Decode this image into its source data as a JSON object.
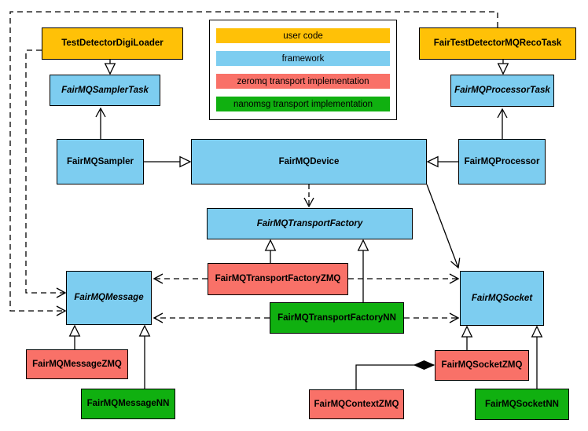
{
  "colors": {
    "user_code": "#FFC107",
    "framework": "#7DCDF0",
    "zeromq": "#F97168",
    "nanomsg": "#10B010",
    "line": "#000000",
    "background": "#FFFFFF"
  },
  "legend": {
    "items": [
      {
        "label": "user code",
        "color": "#FFC107"
      },
      {
        "label": "framework",
        "color": "#7DCDF0"
      },
      {
        "label": "zeromq transport implementation",
        "color": "#F97168"
      },
      {
        "label": "nanomsg transport implementation",
        "color": "#10B010"
      }
    ]
  },
  "nodes": {
    "testDetectorDigiLoader": {
      "label": "TestDetectorDigiLoader",
      "category": "user code",
      "abstract": false
    },
    "fairTestDetectorMQRecoTask": {
      "label": "FairTestDetectorMQRecoTask",
      "category": "user code",
      "abstract": false
    },
    "fairMQSamplerTask": {
      "label": "FairMQSamplerTask",
      "category": "framework",
      "abstract": true
    },
    "fairMQProcessorTask": {
      "label": "FairMQProcessorTask",
      "category": "framework",
      "abstract": true
    },
    "fairMQSampler": {
      "label": "FairMQSampler",
      "category": "framework",
      "abstract": false
    },
    "fairMQDevice": {
      "label": "FairMQDevice",
      "category": "framework",
      "abstract": false
    },
    "fairMQProcessor": {
      "label": "FairMQProcessor",
      "category": "framework",
      "abstract": false
    },
    "fairMQTransportFactory": {
      "label": "FairMQTransportFactory",
      "category": "framework",
      "abstract": true
    },
    "fairMQTransportFactoryZMQ": {
      "label": "FairMQTransportFactoryZMQ",
      "category": "zeromq",
      "abstract": false
    },
    "fairMQTransportFactoryNN": {
      "label": "FairMQTransportFactoryNN",
      "category": "nanomsg",
      "abstract": false
    },
    "fairMQMessage": {
      "label": "FairMQMessage",
      "category": "framework",
      "abstract": true
    },
    "fairMQSocket": {
      "label": "FairMQSocket",
      "category": "framework",
      "abstract": true
    },
    "fairMQMessageZMQ": {
      "label": "FairMQMessageZMQ",
      "category": "zeromq",
      "abstract": false
    },
    "fairMQMessageNN": {
      "label": "FairMQMessageNN",
      "category": "nanomsg",
      "abstract": false
    },
    "fairMQContextZMQ": {
      "label": "FairMQContextZMQ",
      "category": "zeromq",
      "abstract": false
    },
    "fairMQSocketZMQ": {
      "label": "FairMQSocketZMQ",
      "category": "zeromq",
      "abstract": false
    },
    "fairMQSocketNN": {
      "label": "FairMQSocketNN",
      "category": "nanomsg",
      "abstract": false
    }
  },
  "relationships": [
    {
      "from": "TestDetectorDigiLoader",
      "to": "FairMQSamplerTask",
      "type": "inheritance"
    },
    {
      "from": "FairTestDetectorMQRecoTask",
      "to": "FairMQProcessorTask",
      "type": "inheritance"
    },
    {
      "from": "FairMQSampler",
      "to": "FairMQDevice",
      "type": "inheritance"
    },
    {
      "from": "FairMQProcessor",
      "to": "FairMQDevice",
      "type": "inheritance"
    },
    {
      "from": "FairMQSampler",
      "to": "FairMQSamplerTask",
      "type": "association"
    },
    {
      "from": "FairMQProcessor",
      "to": "FairMQProcessorTask",
      "type": "association"
    },
    {
      "from": "FairMQDevice",
      "to": "FairMQTransportFactory",
      "type": "dependency"
    },
    {
      "from": "FairMQDevice",
      "to": "FairMQSocket",
      "type": "association"
    },
    {
      "from": "TestDetectorDigiLoader",
      "to": "FairMQMessage",
      "type": "dependency"
    },
    {
      "from": "FairTestDetectorMQRecoTask",
      "to": "FairMQMessage",
      "type": "dependency"
    },
    {
      "from": "FairMQTransportFactoryZMQ",
      "to": "FairMQTransportFactory",
      "type": "inheritance"
    },
    {
      "from": "FairMQTransportFactoryNN",
      "to": "FairMQTransportFactory",
      "type": "inheritance"
    },
    {
      "from": "FairMQTransportFactoryZMQ",
      "to": "FairMQMessage",
      "type": "dependency"
    },
    {
      "from": "FairMQTransportFactoryZMQ",
      "to": "FairMQSocket",
      "type": "dependency"
    },
    {
      "from": "FairMQTransportFactoryNN",
      "to": "FairMQMessage",
      "type": "dependency"
    },
    {
      "from": "FairMQTransportFactoryNN",
      "to": "FairMQSocket",
      "type": "dependency"
    },
    {
      "from": "FairMQMessageZMQ",
      "to": "FairMQMessage",
      "type": "inheritance"
    },
    {
      "from": "FairMQMessageNN",
      "to": "FairMQMessage",
      "type": "inheritance"
    },
    {
      "from": "FairMQSocketZMQ",
      "to": "FairMQSocket",
      "type": "inheritance"
    },
    {
      "from": "FairMQSocketNN",
      "to": "FairMQSocket",
      "type": "inheritance"
    },
    {
      "from": "FairMQContextZMQ",
      "to": "FairMQSocketZMQ",
      "type": "composition"
    }
  ]
}
